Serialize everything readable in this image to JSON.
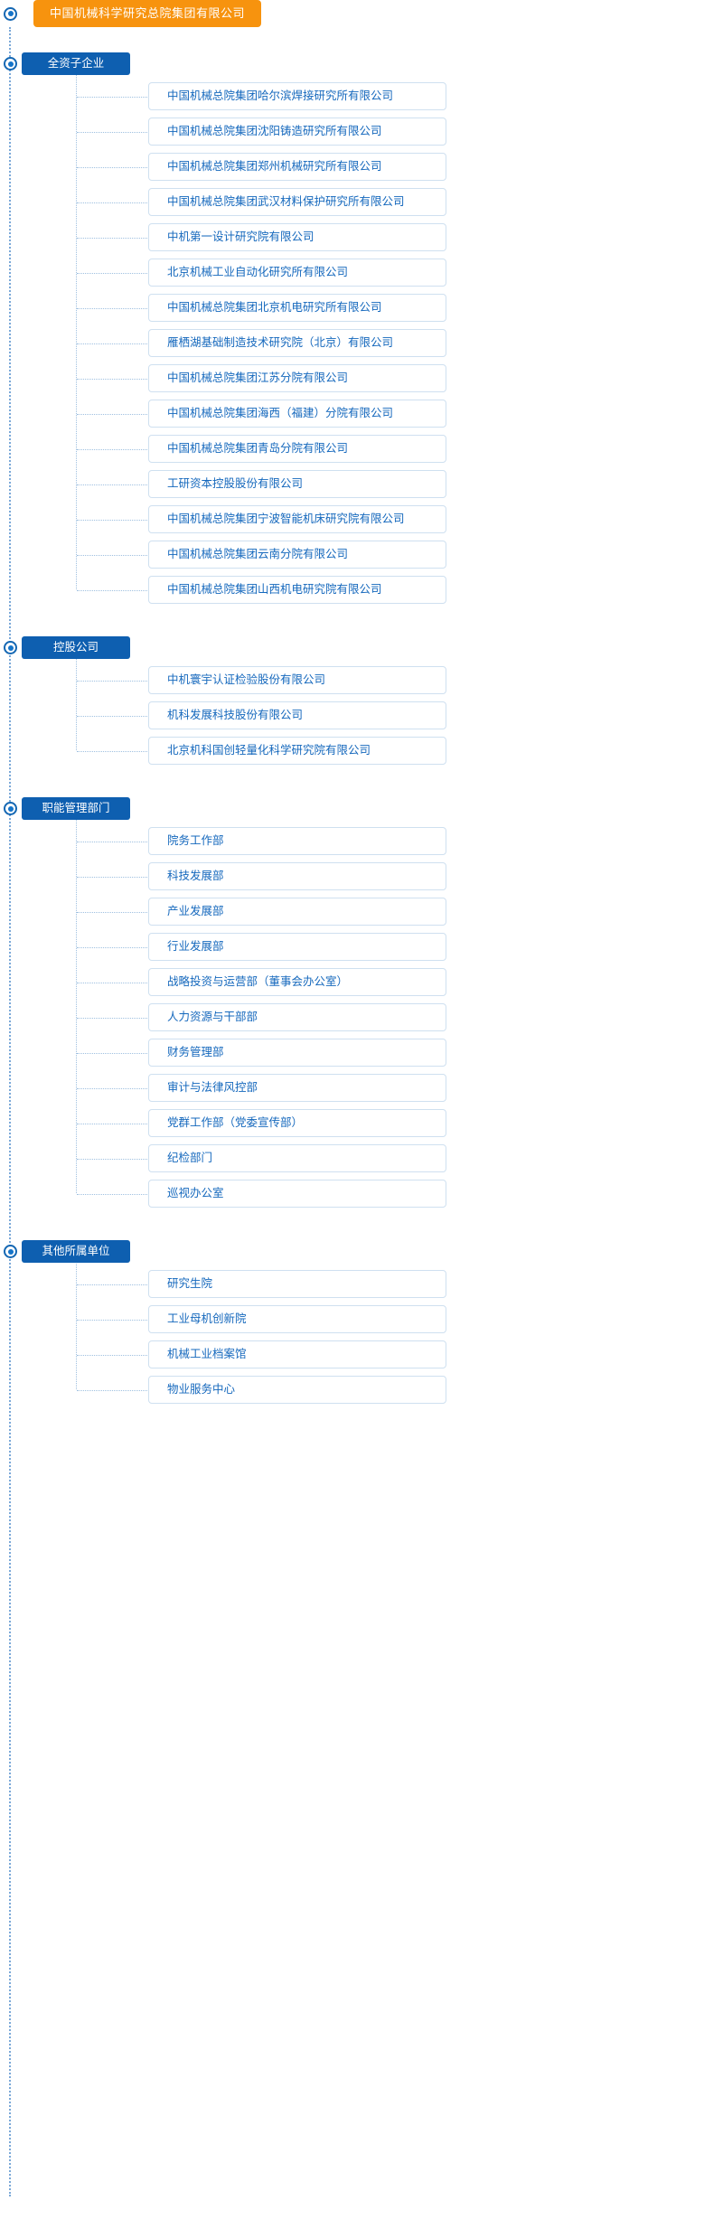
{
  "colors": {
    "root_bg": "#f7930e",
    "group_bg": "#0e5fb0",
    "leaf_text": "#1568bd",
    "leaf_border": "#cfe0f0",
    "connector": "#9fc0e0",
    "spine": "#7aa8d8"
  },
  "root": {
    "label": "中国机械科学研究总院集团有限公司"
  },
  "groups": [
    {
      "label": "全资子企业",
      "items": [
        "中国机械总院集团哈尔滨焊接研究所有限公司",
        "中国机械总院集团沈阳铸造研究所有限公司",
        "中国机械总院集团郑州机械研究所有限公司",
        "中国机械总院集团武汉材料保护研究所有限公司",
        "中机第一设计研究院有限公司",
        "北京机械工业自动化研究所有限公司",
        "中国机械总院集团北京机电研究所有限公司",
        "雁栖湖基础制造技术研究院（北京）有限公司",
        "中国机械总院集团江苏分院有限公司",
        "中国机械总院集团海西（福建）分院有限公司",
        "中国机械总院集团青岛分院有限公司",
        "工研资本控股股份有限公司",
        "中国机械总院集团宁波智能机床研究院有限公司",
        "中国机械总院集团云南分院有限公司",
        "中国机械总院集团山西机电研究院有限公司"
      ]
    },
    {
      "label": "控股公司",
      "items": [
        "中机寰宇认证检验股份有限公司",
        "机科发展科技股份有限公司",
        "北京机科国创轻量化科学研究院有限公司"
      ]
    },
    {
      "label": "职能管理部门",
      "items": [
        "院务工作部",
        "科技发展部",
        "产业发展部",
        "行业发展部",
        "战略投资与运营部（董事会办公室）",
        "人力资源与干部部",
        "财务管理部",
        "审计与法律风控部",
        "党群工作部（党委宣传部）",
        "纪检部门",
        "巡视办公室"
      ]
    },
    {
      "label": "其他所属单位",
      "items": [
        "研究生院",
        "工业母机创新院",
        "机械工业档案馆",
        "物业服务中心"
      ]
    }
  ]
}
